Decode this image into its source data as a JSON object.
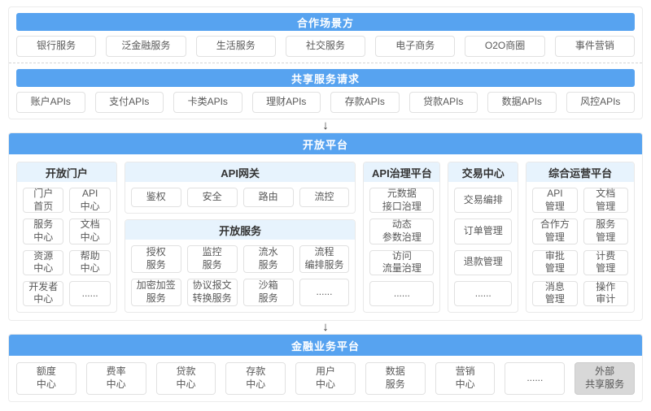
{
  "diagram": {
    "arrow_glyph": "↓",
    "colors": {
      "accent_blue": "#57a3f0",
      "panel_header_blue": "#e7f3fd",
      "box_border": "#e1e1e1",
      "external_box_grey": "#d8d8d8"
    },
    "cooperation": {
      "title": "合作场景方",
      "items": [
        "银行服务",
        "泛金融服务",
        "生活服务",
        "社交服务",
        "电子商务",
        "O2O商圈",
        "事件营销"
      ]
    },
    "shared_services": {
      "title": "共享服务请求",
      "items": [
        "账户APIs",
        "支付APIs",
        "卡类APIs",
        "理财APIs",
        "存款APIs",
        "贷款APIs",
        "数据APIs",
        "风控APIs"
      ]
    },
    "open_platform": {
      "title": "开放平台",
      "portal": {
        "header": "开放门户",
        "items": [
          "门户\n首页",
          "API\n中心",
          "服务\n中心",
          "文档\n中心",
          "资源\n中心",
          "帮助\n中心",
          "开发者\n中心",
          "......"
        ]
      },
      "gateway": {
        "header": "API网关",
        "items": [
          "鉴权",
          "安全",
          "路由",
          "流控"
        ]
      },
      "open_services": {
        "header": "开放服务",
        "items": [
          "授权\n服务",
          "监控\n服务",
          "流水\n服务",
          "流程\n编排服务",
          "加密加签\n服务",
          "协议报文\n转换服务",
          "沙箱\n服务",
          "......"
        ]
      },
      "governance": {
        "header": "API治理平台",
        "items": [
          "元数据\n接口治理",
          "动态\n参数治理",
          "访问\n流量治理",
          "......"
        ]
      },
      "trade": {
        "header": "交易中心",
        "items": [
          "交易编排",
          "订单管理",
          "退款管理",
          "......"
        ]
      },
      "operations": {
        "header": "综合运营平台",
        "items": [
          "API\n管理",
          "文档\n管理",
          "合作方\n管理",
          "服务\n管理",
          "审批\n管理",
          "计费\n管理",
          "消息\n管理",
          "操作\n审计"
        ]
      }
    },
    "finance_platform": {
      "title": "金融业务平台",
      "items": [
        "额度\n中心",
        "费率\n中心",
        "贷款\n中心",
        "存款\n中心",
        "用户\n中心",
        "数据\n服务",
        "营销\n中心",
        "......"
      ],
      "external": "外部\n共享服务"
    }
  }
}
